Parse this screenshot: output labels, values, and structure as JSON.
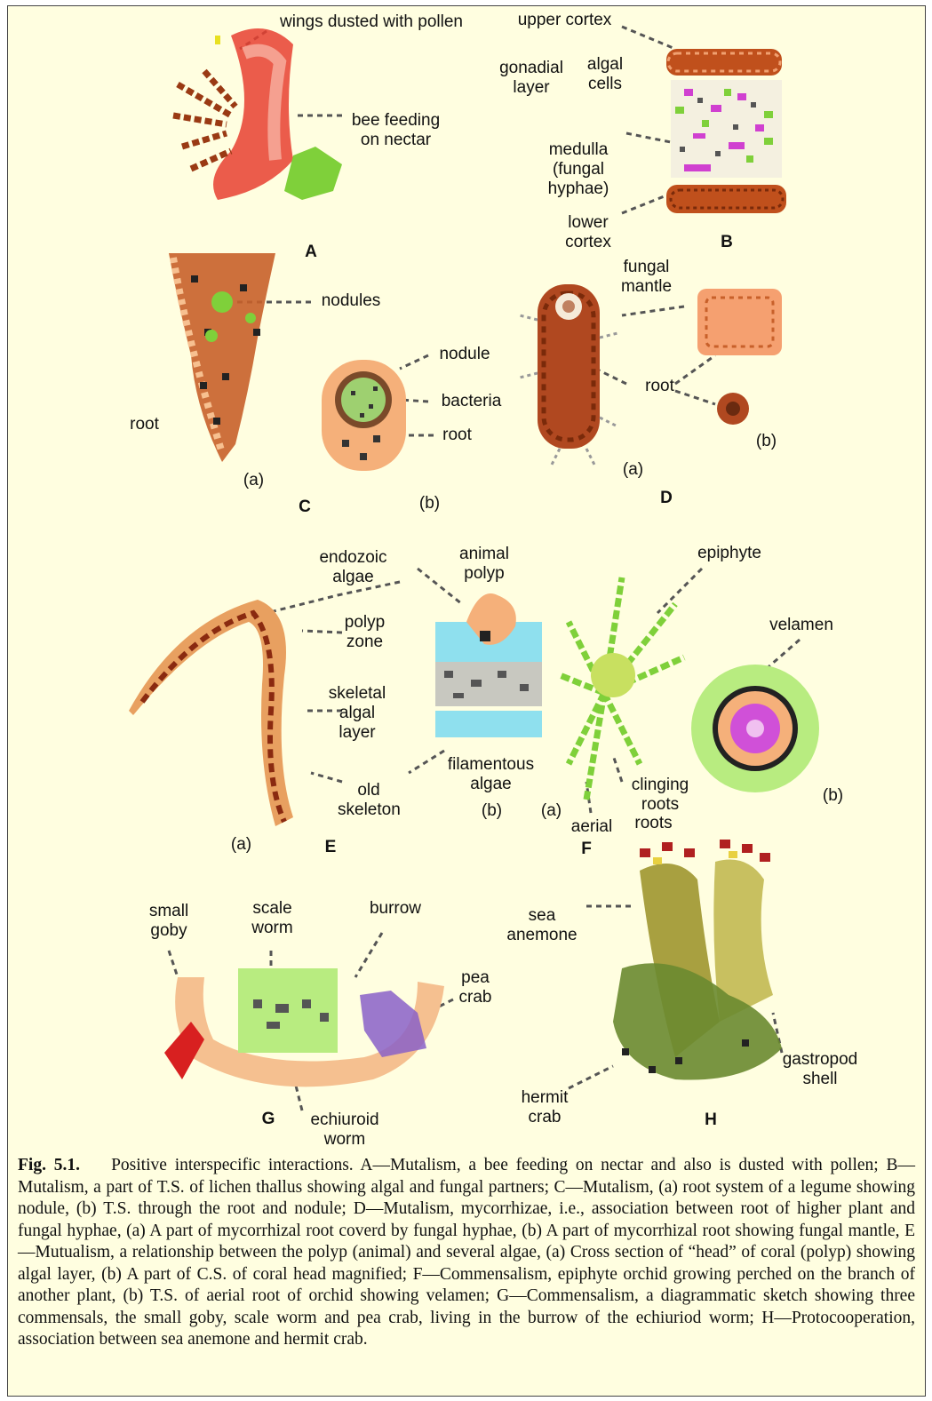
{
  "panels": {
    "A": {
      "letter": "A",
      "wings": "wings dusted with pollen",
      "bee": "bee feeding on nectar"
    },
    "B": {
      "letter": "B",
      "upper_cortex": "upper cortex",
      "gonadial_layer": "gonadial layer",
      "algal_cells": "algal cells",
      "medulla": "medulla (fungal hyphae)",
      "lower_cortex": "lower cortex"
    },
    "C": {
      "letter": "C",
      "nodules": "nodules",
      "root_a": "root",
      "sub_a": "(a)",
      "nodule": "nodule",
      "bacteria": "bacteria",
      "root_b": "root",
      "sub_b": "(b)"
    },
    "D": {
      "letter": "D",
      "fungal_mantle": "fungal mantle",
      "root": "root",
      "sub_a": "(a)",
      "sub_b": "(b)"
    },
    "E": {
      "letter": "E",
      "endozoic_algae": "endozoic algae",
      "animal_polyp": "animal polyp",
      "polyp_zone": "polyp zone",
      "skeletal_algal_layer": "skeletal algal layer",
      "old_skeleton": "old skeleton",
      "filamentous_algae": "filamentous algae",
      "sub_a": "(a)",
      "sub_b": "(b)"
    },
    "F": {
      "letter": "F",
      "epiphyte": "epiphyte",
      "velamen": "velamen",
      "clinging_roots": "clinging roots",
      "aerial": "aerial",
      "roots": "roots",
      "sub_a": "(a)",
      "sub_b": "(b)"
    },
    "G": {
      "letter": "G",
      "small_goby": "small goby",
      "scale_worm": "scale worm",
      "burrow": "burrow",
      "pea_crab": "pea crab",
      "echiuroid_worm": "echiuroid worm"
    },
    "H": {
      "letter": "H",
      "sea_anemone": "sea anemone",
      "gastropod_shell": "gastropod shell",
      "hermit_crab": "hermit crab"
    }
  },
  "caption": {
    "label": "Fig. 5.1.",
    "text": "Positive interspecific interactions. A—Mutalism, a bee feeding on nectar and also is dusted with pollen; B—Mutalism, a part of T.S. of lichen thallus showing algal and fungal partners; C—Mutalism, (a) root system of a legume showing nodule, (b) T.S. through the root and nodule; D—Mutalism, mycorrhizae, i.e., association between root of higher plant and fungal hyphae, (a) A part of mycorrhizal root coverd by fungal hyphae, (b) A part of mycorrhizal root showing fungal mantle, E—Mutualism, a relationship between the polyp (animal) and several algae, (a) Cross section of “head” of coral (polyp) showing algal layer, (b) A part of C.S. of coral head magnified; F—Commensalism, epiphyte orchid growing perched on the branch of another plant, (b) T.S. of aerial root of orchid showing velamen; G—Commensalism, a diagrammatic sketch showing three commensals, the small goby, scale worm and pea crab, living in the burrow of the echiuriod worm; H—Protocooperation, association between sea anemone and hermit crab."
  },
  "colors": {
    "background": "#fffee0",
    "red": "#e84030",
    "brown": "#a8441c",
    "green": "#7fd03a",
    "peach": "#f5b07a",
    "cyan": "#8fe0ee",
    "purple": "#8a60c8",
    "magenta": "#e040e0"
  }
}
